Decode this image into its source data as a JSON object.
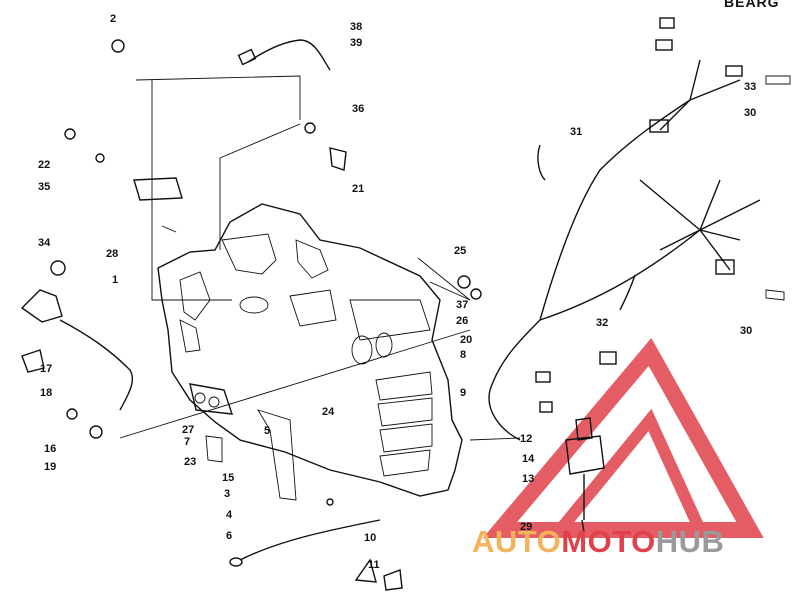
{
  "header_fragment": "BEARG",
  "callouts": [
    "1",
    "2",
    "3",
    "4",
    "5",
    "6",
    "7",
    "8",
    "9",
    "10",
    "11",
    "12",
    "13",
    "14",
    "15",
    "16",
    "17",
    "18",
    "19",
    "20",
    "21",
    "22",
    "23",
    "24",
    "25",
    "26",
    "27",
    "28",
    "29",
    "30",
    "30",
    "31",
    "32",
    "33",
    "34",
    "35",
    "36",
    "37",
    "38",
    "39"
  ],
  "watermark": {
    "word_auto": "AUTO",
    "word_moto": "MOTO",
    "word_hub": "HUB",
    "color_orange": "#f2b35a",
    "color_red": "#e0414a",
    "color_gray": "#9a9a9a"
  }
}
